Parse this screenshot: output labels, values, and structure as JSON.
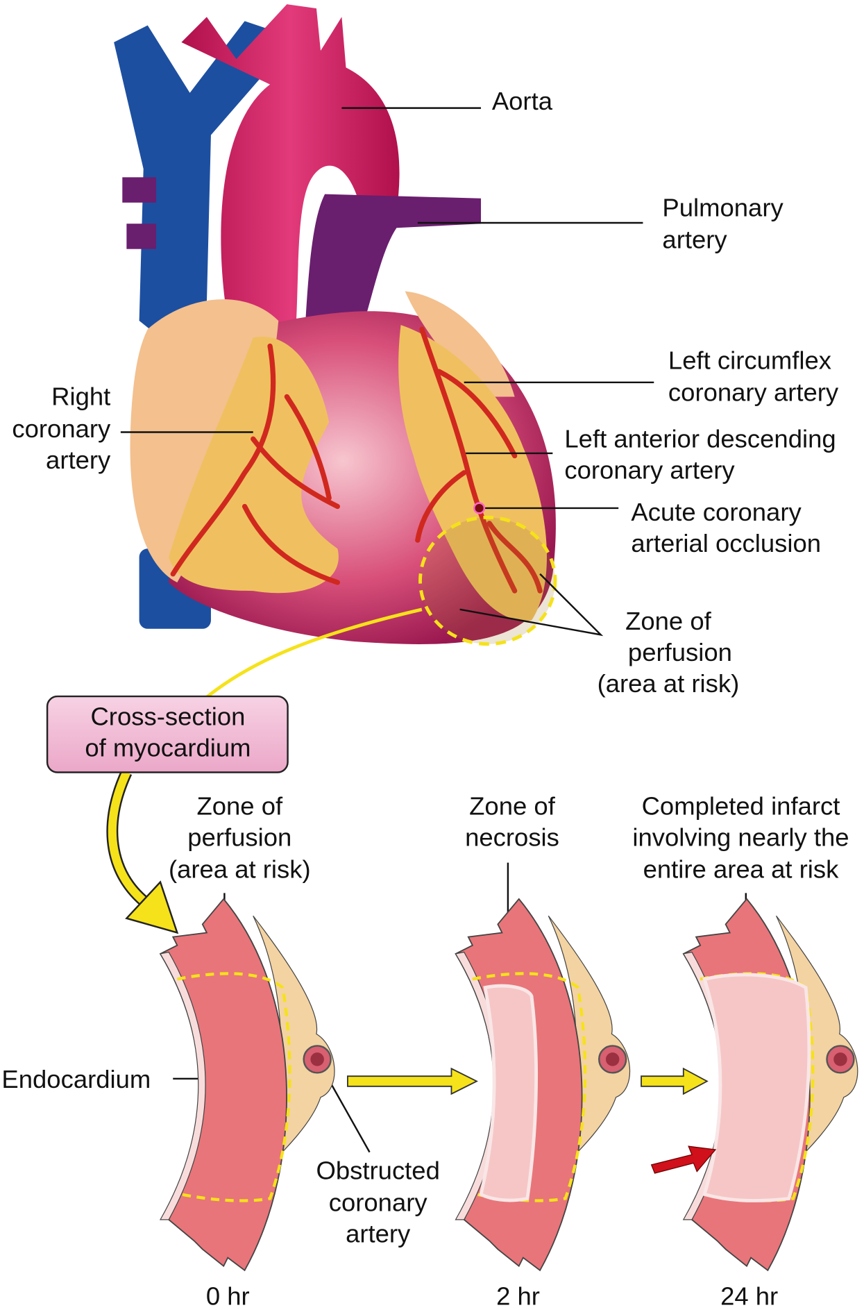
{
  "heart_labels": {
    "aorta": "Aorta",
    "pulmonary_artery": [
      "Pulmonary",
      "artery"
    ],
    "left_circumflex": [
      "Left circumflex",
      "coronary artery"
    ],
    "lad": [
      "Left anterior descending",
      "coronary artery"
    ],
    "occlusion": [
      "Acute coronary",
      "arterial occlusion"
    ],
    "zone_perfusion": [
      "Zone of",
      "perfusion",
      "(area at risk)"
    ],
    "right_coronary": [
      "Right",
      "coronary",
      "artery"
    ]
  },
  "cross_section_box": [
    "Cross-section",
    "of myocardium"
  ],
  "sections": [
    {
      "title": [
        "Zone of",
        "perfusion",
        "(area at risk)"
      ],
      "time": "0 hr"
    },
    {
      "title": [
        "Zone of",
        "necrosis"
      ],
      "time": "2 hr"
    },
    {
      "title": [
        "Completed infarct",
        "involving nearly the",
        "entire area at risk"
      ],
      "time": "24 hr"
    }
  ],
  "endocardium": "Endocardium",
  "obstructed": [
    "Obstructed",
    "coronary",
    "artery"
  ],
  "colors": {
    "myocardium": "#e8757a",
    "infarct": "#f6c6c6",
    "dashed_zone": "#f5e21a",
    "fat": "#f0c060",
    "vena": "#1d4fa0",
    "aorta": "#d0185e",
    "pulmonary": "#6a1e6e"
  }
}
